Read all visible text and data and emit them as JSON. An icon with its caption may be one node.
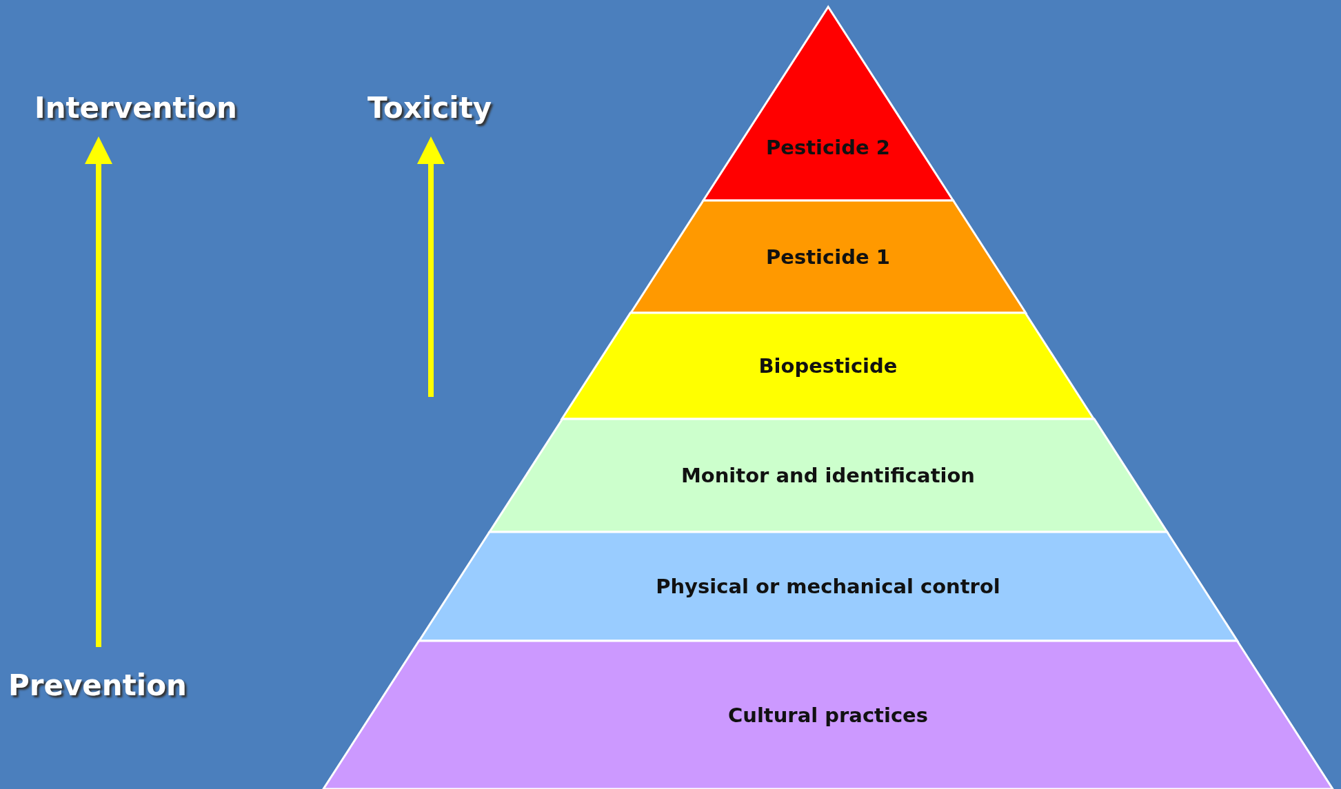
{
  "diagram": {
    "nodes": [
      {
        "text": [
          "Pesticide 2"
        ]
      },
      {
        "text": [
          "Pesticide 1"
        ]
      },
      {
        "text": [
          "Biopesticide"
        ]
      },
      {
        "text": [
          "Monitor and identification"
        ]
      },
      {
        "text": [
          "Physical or mechanical control"
        ]
      },
      {
        "text": [
          "Cultural practices"
        ]
      }
    ],
    "labels": [
      "Intervention",
      "Toxicity",
      "Prevention"
    ]
  }
}
